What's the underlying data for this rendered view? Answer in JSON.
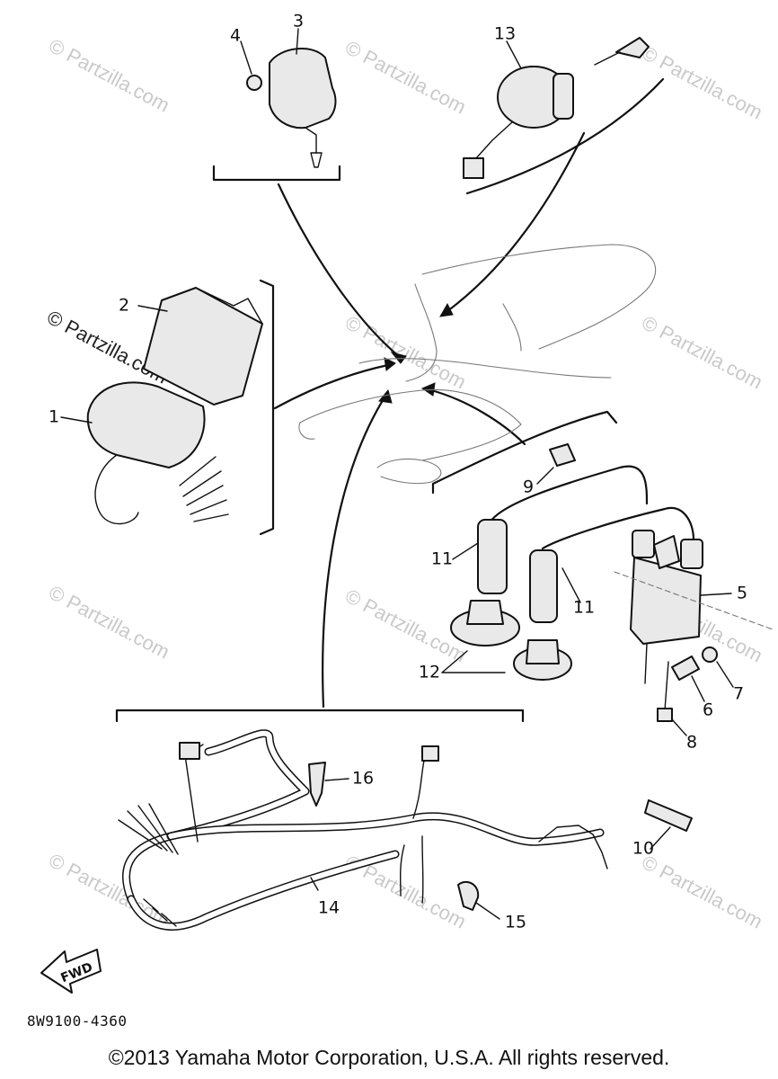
{
  "diagram": {
    "code": "8W9100-4360",
    "copyright": "©2013  Yamaha Motor Corporation, U.S.A. All rights reserved.",
    "watermark": "© Partzilla.com",
    "fwd_label": "FWD",
    "callouts": {
      "c1": "1",
      "c2": "2",
      "c3": "3",
      "c4": "4",
      "c5": "5",
      "c6": "6",
      "c7": "7",
      "c8": "8",
      "c9": "9",
      "c10": "10",
      "c11a": "11",
      "c11b": "11",
      "c12": "12",
      "c13": "13",
      "c14": "14",
      "c15": "15",
      "c16": "16"
    }
  }
}
